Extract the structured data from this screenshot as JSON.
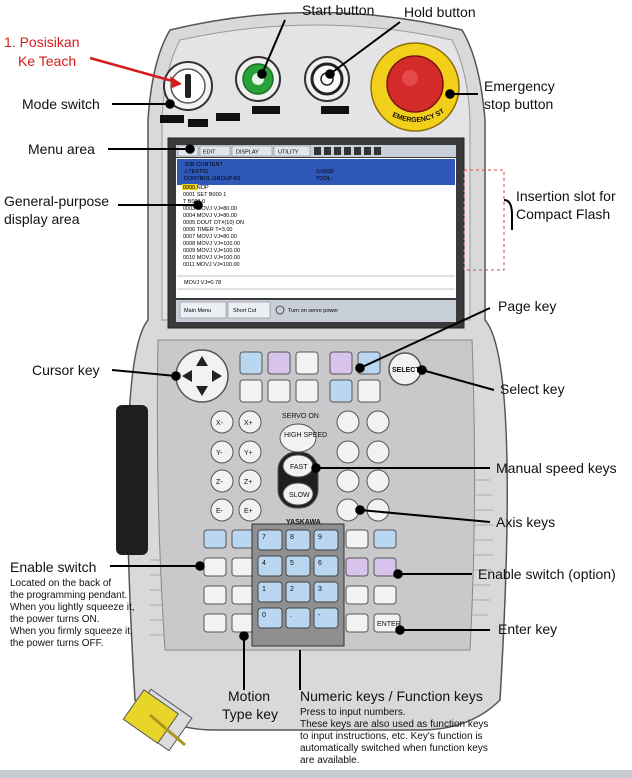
{
  "annotation": {
    "step": "1. Posisikan",
    "step_line2": "Ke Teach"
  },
  "labels": {
    "start_button": "Start button",
    "hold_button": "Hold button",
    "mode_switch": "Mode switch",
    "emergency_line1": "Emergency",
    "emergency_line2": "stop button",
    "menu_area": "Menu area",
    "general_line1": "General-purpose",
    "general_line2": "display area",
    "insertion_line1": "Insertion slot for",
    "insertion_line2": "Compact Flash",
    "page_key": "Page key",
    "cursor_key": "Cursor key",
    "select_key": "Select key",
    "manual_speed_keys": "Manual speed keys",
    "axis_keys": "Axis keys",
    "enable_switch": "Enable switch",
    "enable_switch_option": "Enable switch (option)",
    "enter_key": "Enter key",
    "motion_line1": "Motion",
    "motion_line2": "Type key",
    "numeric_keys": "Numeric keys / Function keys"
  },
  "notes": {
    "enable_switch": [
      "Located on the back of",
      "the programming pendant.",
      "When you lightly squeeze it,",
      "the power turns ON.",
      "When you firmly squeeze it,",
      "the power turns OFF."
    ],
    "numeric_keys": [
      "Press to input numbers.",
      "These keys are also used as function keys",
      "to input instructions, etc.  Key's function is",
      "automatically switched when function keys",
      "are available."
    ]
  },
  "screen": {
    "menu_tabs": [
      "EDIT",
      "DISPLAY",
      "UTILITY"
    ],
    "header": [
      "JOB CONTENT",
      "J:TEST01",
      "S:0000",
      "CONTROL GROUP:R1",
      "TOOL:"
    ],
    "job_lines": [
      "0000 NOP",
      "0001 SET B000 1",
      "     T B001 0",
      "0003 MOVJ VJ=80.00",
      "0004 MOVJ VJ=80.00",
      "0005 DOUT OT#(10) ON",
      "0006 TIMER T=3.00",
      "0007 MOVJ VJ=80.00",
      "0008 MOVJ VJ=100.00",
      "0009 MOVJ VJ=100.00",
      "0010 MOVJ VJ=100.00",
      "0011 MOVJ VJ=100.00"
    ],
    "input_line": "MOVJ VJ=0.78",
    "bottom_buttons": [
      "Main Menu",
      "Short Cut"
    ],
    "status_text": "Turn on servo power"
  },
  "keys": {
    "select": "SELECT",
    "servo_on": "SERVO ON",
    "speed": [
      "HIGH SPEED",
      "FAST",
      "SLOW"
    ],
    "axis_left": [
      "X-",
      "X+",
      "Y-",
      "Y+",
      "Z-",
      "Z+",
      "E-",
      "E+"
    ],
    "numeric": [
      "7",
      "8",
      "9",
      "4",
      "5",
      "6",
      "1",
      "2",
      "3",
      "0",
      ".",
      "-"
    ],
    "enter": "ENTER",
    "brand": "YASKAWA",
    "emergency": "EMERGENCY STOP"
  },
  "colors": {
    "accent_red": "#d61b1b",
    "pendant_body": "#d9d9db",
    "screen_header": "#2f57b8",
    "estop_yellow": "#f2cf18",
    "estop_red": "#d42a2a",
    "start_green": "#27a33a"
  }
}
